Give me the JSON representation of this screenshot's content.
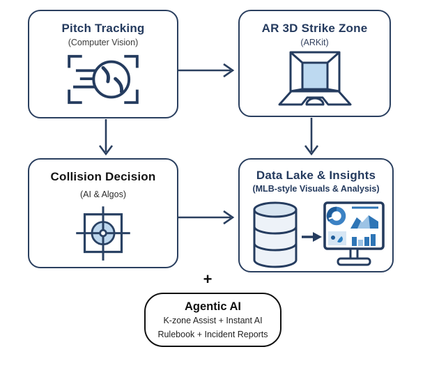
{
  "diagram": {
    "plus": "+",
    "nodes": [
      {
        "title": "Pitch Tracking",
        "subtitle": "(Computer Vision)",
        "icon": "baseball-tracking-icon"
      },
      {
        "title": "AR 3D Strike Zone",
        "subtitle": "(ARKit)",
        "icon": "strike-zone-3d-icon"
      },
      {
        "title": "Collision Decision",
        "subtitle": "(AI & Algos)",
        "icon": "crosshair-target-icon"
      },
      {
        "title": "Data Lake & Insights",
        "subtitle": "(MLB-style Visuals & Analysis)",
        "icon": "database-dashboard-icon"
      }
    ],
    "agentic_box": {
      "title": "Agentic AI",
      "line1": "K-zone Assist + Instant AI",
      "line2": "Rulebook + Incident Reports"
    },
    "colors": {
      "outline_navy": "#2A3F5F",
      "title_navy": "#243A5E",
      "black_border": "#111111",
      "light_blue_fill": "#BDD7EE",
      "chart_blue": "#2E75B6",
      "chart_blue_light": "#9CC3E5"
    }
  }
}
